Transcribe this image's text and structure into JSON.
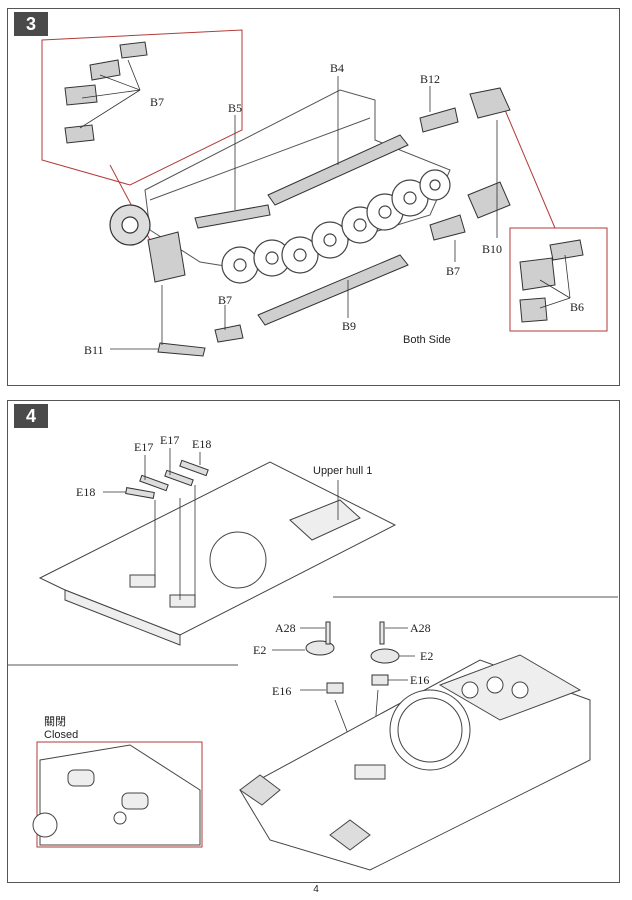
{
  "step3": {
    "number": "3",
    "labels": {
      "b4": "B4",
      "b5": "B5",
      "b7_top": "B7",
      "b7_mid": "B7",
      "b7_bottom": "B7",
      "b12": "B12",
      "b10": "B10",
      "b6": "B6",
      "b9": "B9",
      "b11": "B11",
      "both_side": "Both Side"
    }
  },
  "step4": {
    "number": "4",
    "labels": {
      "e17_a": "E17",
      "e17_b": "E17",
      "e18_a": "E18",
      "e18_b": "E18",
      "upper_hull": "Upper hull 1",
      "a28_left": "A28",
      "a28_right": "A28",
      "e2_left": "E2",
      "e2_right": "E2",
      "e16_left": "E16",
      "e16_right": "E16",
      "closed_cn": "關閉",
      "closed_en": "Closed"
    }
  },
  "footer": {
    "page_number": "4"
  },
  "colors": {
    "callout_red": "#b23a3a",
    "badge": "#4a4a4a"
  }
}
